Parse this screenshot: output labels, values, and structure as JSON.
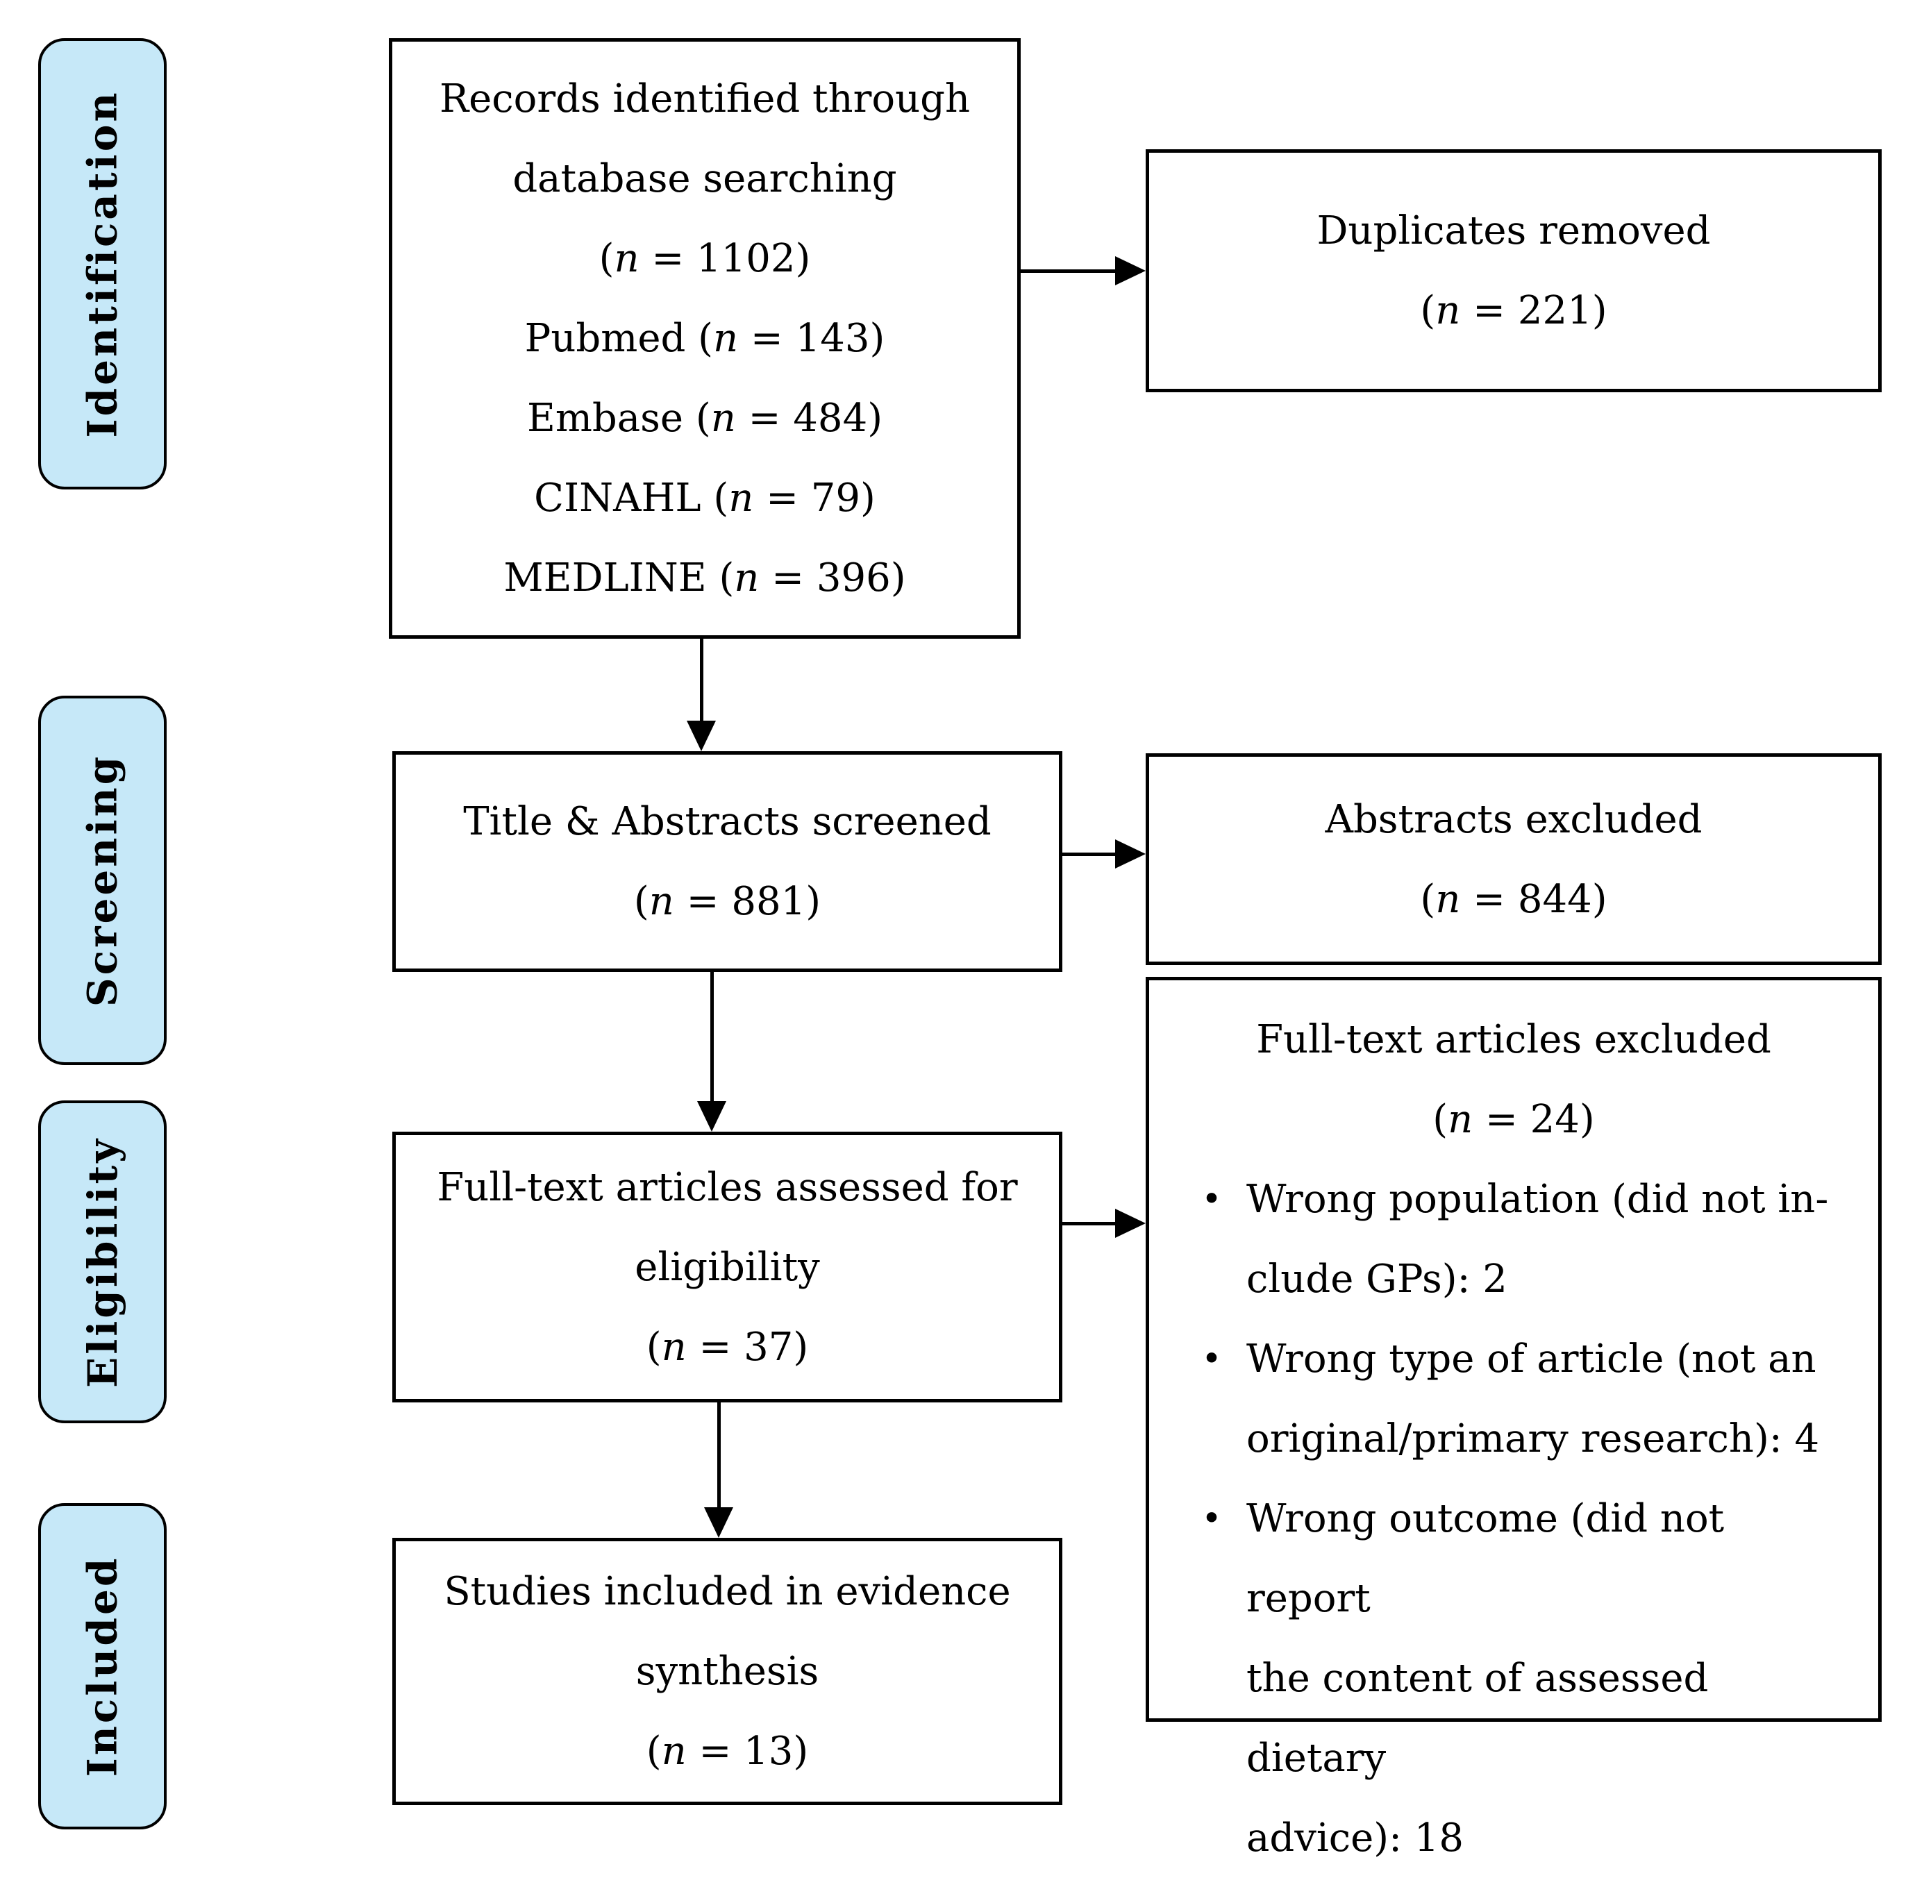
{
  "colors": {
    "stage_fill": "#C6E8F8",
    "box_fill": "#FFFFFF",
    "border": "#000000",
    "text": "#000000"
  },
  "stages": {
    "identification": "Identification",
    "screening": "Screening",
    "eligibility": "Eligibility",
    "included": "Included"
  },
  "boxes": {
    "records_identified": {
      "lines": [
        "Records identified through",
        "database searching",
        "(n = 1102)",
        "Pubmed (n = 143)",
        "Embase (n = 484)",
        "CINAHL (n = 79)",
        "MEDLINE (n = 396)"
      ]
    },
    "duplicates_removed": {
      "lines": [
        "Duplicates removed",
        "(n = 221)"
      ]
    },
    "title_abstracts_screened": {
      "lines": [
        "Title & Abstracts screened",
        "(n = 881)"
      ]
    },
    "abstracts_excluded": {
      "lines": [
        "Abstracts excluded",
        "(n = 844)"
      ]
    },
    "fulltext_assessed": {
      "lines": [
        "Full-text articles assessed for",
        "eligibility",
        "(n = 37)"
      ]
    },
    "fulltext_excluded": {
      "header_lines": [
        "Full-text articles excluded",
        "(n = 24)"
      ],
      "bullets": [
        {
          "lines": [
            "Wrong population (did not in-",
            "clude GPs): 2"
          ]
        },
        {
          "lines": [
            "Wrong type of article (not an",
            "original/primary research): 4"
          ]
        },
        {
          "lines": [
            "Wrong outcome (did not report",
            "the content of assessed dietary",
            "advice): 18"
          ]
        }
      ]
    },
    "studies_included": {
      "lines": [
        "Studies included in evidence",
        "synthesis",
        "(n = 13)"
      ]
    }
  }
}
